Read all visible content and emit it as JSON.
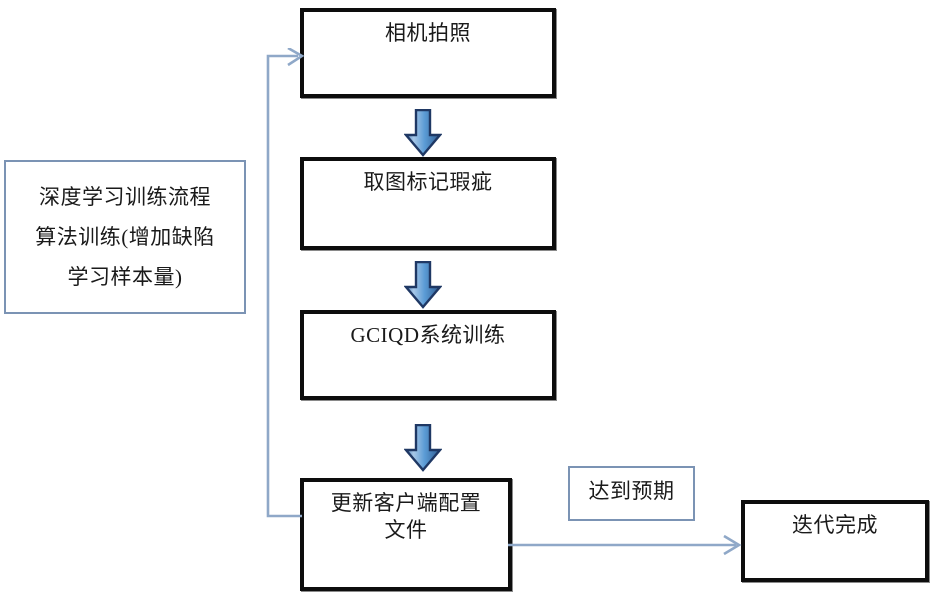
{
  "diagram": {
    "title_note": {
      "line1": "深度学习训练流程",
      "line2": "算法训练(增加缺陷",
      "line3": "学习样本量)",
      "text": "深度学习训练流程\n算法训练(增加缺陷\n学习样本量)"
    },
    "nodes": [
      {
        "id": "camera-capture",
        "label": "相机拍照"
      },
      {
        "id": "capture-mark-defect",
        "label": "取图标记瑕疵"
      },
      {
        "id": "gciqd-system-training",
        "label": "GCIQD系统训练"
      },
      {
        "id": "update-client-config-file",
        "label": "更新客户端配置\n文件"
      },
      {
        "id": "iteration-complete",
        "label": "迭代完成"
      }
    ],
    "edge_labels": [
      {
        "id": "meets-expectation",
        "label": "达到预期"
      }
    ],
    "colors": {
      "node_border": "#0d0d0d",
      "note_border": "#7b93b4",
      "arrow_fill_light": "#93bbe6",
      "arrow_fill_mid": "#5b9bd5",
      "arrow_outline": "#1f3864",
      "connector_line": "#8fa8c8",
      "background": "#ffffff",
      "text": "#1a1a1a"
    }
  }
}
